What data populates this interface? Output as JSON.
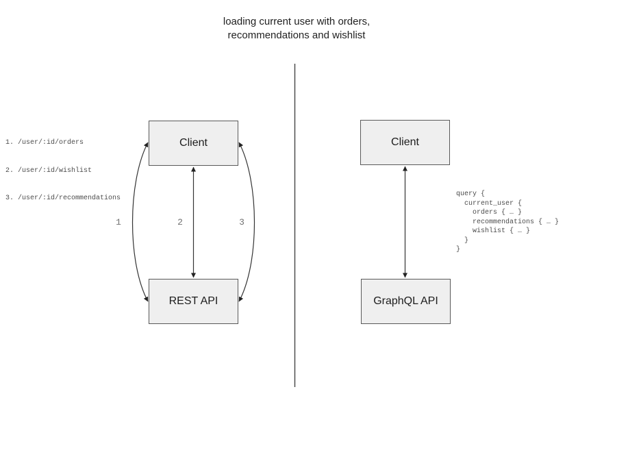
{
  "title": "loading current user with orders,\nrecommendations and wishlist",
  "left_diagram": {
    "endpoints": [
      "1. /user/:id/orders",
      "2. /user/:id/wishlist",
      "3. /user/:id/recommendations"
    ],
    "client_label": "Client",
    "api_label": "REST API",
    "edge_labels": [
      "1",
      "2",
      "3"
    ]
  },
  "right_diagram": {
    "client_label": "Client",
    "api_label": "GraphQL API",
    "query": "query {\n  current_user {\n    orders { … }\n    recommendations { … }\n    wishlist { … }\n  }\n}"
  },
  "colors": {
    "box_fill": "#efefef",
    "box_border": "#595959",
    "arrow_line": "#333333",
    "divider_line": "#4d4d4d",
    "muted_text": "#707070",
    "code_text": "#4b4b4b"
  }
}
